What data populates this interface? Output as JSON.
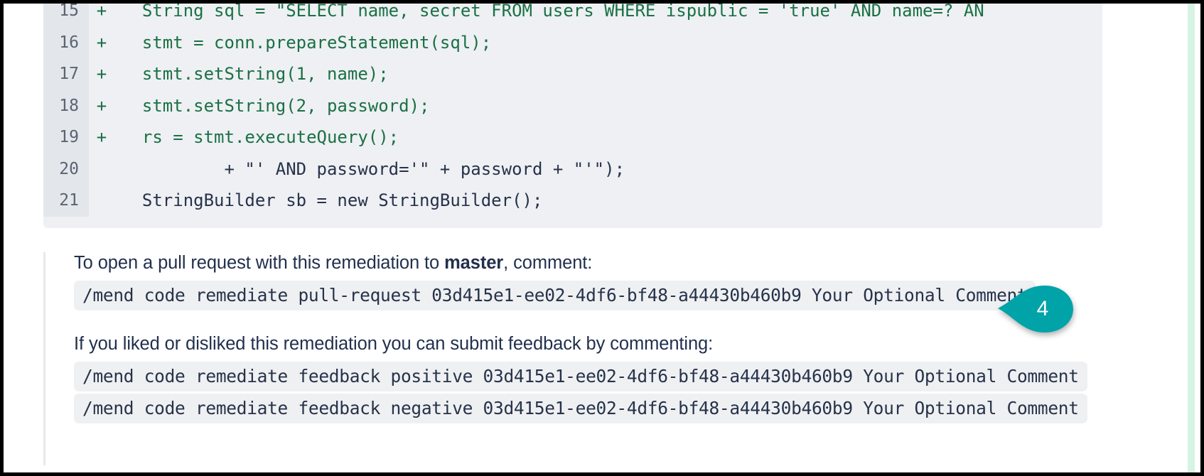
{
  "diff": {
    "lines": [
      {
        "number": "15",
        "marker": "+",
        "type": "add",
        "text": "  String sql = \"SELECT name, secret FROM users WHERE ispublic = 'true' AND name=? AN"
      },
      {
        "number": "16",
        "marker": "+",
        "type": "add",
        "text": "  stmt = conn.prepareStatement(sql);"
      },
      {
        "number": "17",
        "marker": "+",
        "type": "add",
        "text": "  stmt.setString(1, name);"
      },
      {
        "number": "18",
        "marker": "+",
        "type": "add",
        "text": "  stmt.setString(2, password);"
      },
      {
        "number": "19",
        "marker": "+",
        "type": "add",
        "text": "  rs = stmt.executeQuery();"
      },
      {
        "number": "20",
        "marker": "",
        "type": "ctx",
        "text": "          + \"' AND password='\" + password + \"'\");"
      },
      {
        "number": "21",
        "marker": "",
        "type": "ctx",
        "text": "  StringBuilder sb = new StringBuilder();"
      }
    ]
  },
  "remediation": {
    "pull_request_intro_prefix": "To open a pull request with this remediation to ",
    "pull_request_branch": "master",
    "pull_request_intro_suffix": ", comment:",
    "pull_request_command": "/mend code remediate pull-request 03d415e1-ee02-4df6-bf48-a44430b460b9 Your Optional Comment",
    "feedback_intro": "If you liked or disliked this remediation you can submit feedback by commenting:",
    "feedback_positive_command": "/mend code remediate feedback positive 03d415e1-ee02-4df6-bf48-a44430b460b9 Your Optional Comment",
    "feedback_negative_command": "/mend code remediate feedback negative 03d415e1-ee02-4df6-bf48-a44430b460b9 Your Optional Comment"
  },
  "callout": {
    "number": "4",
    "color": "#00a3a8"
  },
  "colors": {
    "addition_text": "#1a7045",
    "context_text": "#27324a",
    "code_background": "#eef0f3",
    "gutter_background": "#e3e6ea",
    "mint_strip": "#d6f3e4"
  }
}
